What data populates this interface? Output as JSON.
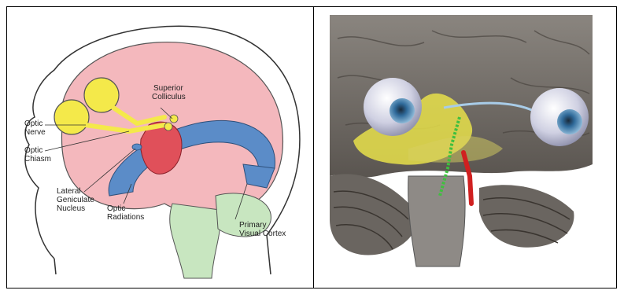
{
  "left_diagram": {
    "labels": {
      "superior_colliculus_1": "Superior",
      "superior_colliculus_2": "Colliculus",
      "optic_nerve_1": "Optic",
      "optic_nerve_2": "Nerve",
      "optic_chiasm_1": "Optic",
      "optic_chiasm_2": "Chiasm",
      "lgn_1": "Lateral",
      "lgn_2": "Geniculate",
      "lgn_3": "Nucleus",
      "optic_radiations_1": "Optic",
      "optic_radiations_2": "Radiations",
      "visual_cortex_1": "Primary",
      "visual_cortex_2": "Visual Cortex"
    },
    "colors": {
      "cortex": "#f4b8bd",
      "eye": "#f4e94a",
      "radiations": "#5b8cc8",
      "thalamus": "#e0505a",
      "brainstem": "#c8e6c0"
    }
  },
  "right_image": {
    "colors": {
      "brain": "#7a746e",
      "eyeball": "#d8d8e8",
      "iris": "#3a6e9e",
      "optic_tract": "#e8e04a",
      "radiation_green": "#3fbf3f",
      "radiation_red": "#d02020"
    }
  }
}
